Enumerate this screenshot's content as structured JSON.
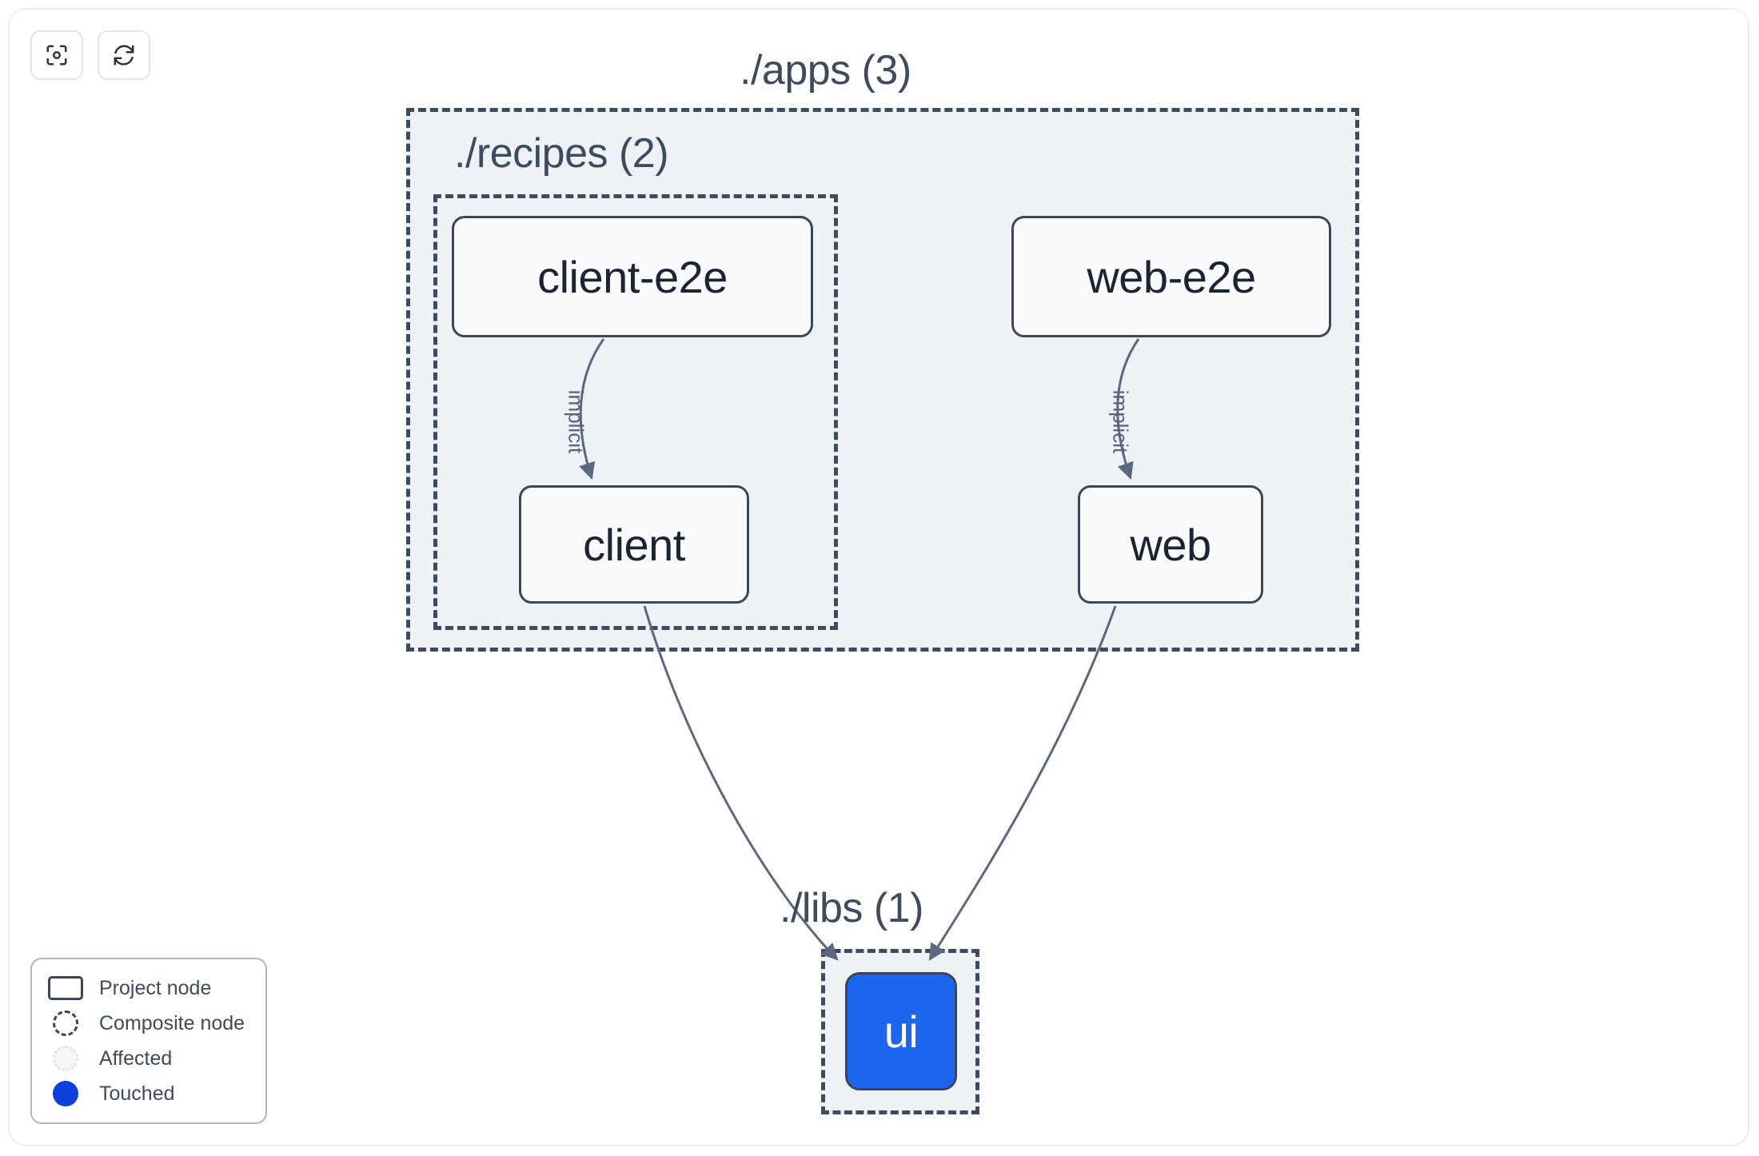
{
  "toolbar": {
    "buttons": [
      {
        "name": "focus-graph-button",
        "icon": "focus-target-icon",
        "title": "Focus graph"
      },
      {
        "name": "refresh-graph-button",
        "icon": "refresh-icon",
        "title": "Refresh graph"
      }
    ]
  },
  "graph": {
    "groups": [
      {
        "id": "apps",
        "label": "./apps (3)",
        "count": 3
      },
      {
        "id": "recipes",
        "label": "./recipes (2)",
        "count": 2
      },
      {
        "id": "libs",
        "label": "./libs (1)",
        "count": 1
      }
    ],
    "nodes": [
      {
        "id": "client-e2e",
        "label": "client-e2e",
        "state": "normal",
        "group": "recipes"
      },
      {
        "id": "web-e2e",
        "label": "web-e2e",
        "state": "normal",
        "group": "apps"
      },
      {
        "id": "client",
        "label": "client",
        "state": "normal",
        "group": "recipes"
      },
      {
        "id": "web",
        "label": "web",
        "state": "normal",
        "group": "apps"
      },
      {
        "id": "ui",
        "label": "ui",
        "state": "touched",
        "group": "libs"
      }
    ],
    "edges": [
      {
        "from": "client-e2e",
        "to": "client",
        "label": "implicit"
      },
      {
        "from": "web-e2e",
        "to": "web",
        "label": "implicit"
      },
      {
        "from": "client",
        "to": "ui",
        "label": ""
      },
      {
        "from": "web",
        "to": "ui",
        "label": ""
      }
    ]
  },
  "legend": {
    "items": [
      {
        "id": "project-node",
        "label": "Project node",
        "swatch": "rounded-rect-outline"
      },
      {
        "id": "composite-node",
        "label": "Composite node",
        "swatch": "dashed-circle"
      },
      {
        "id": "affected",
        "label": "Affected",
        "swatch": "dotted-circle"
      },
      {
        "id": "touched",
        "label": "Touched",
        "swatch": "filled-circle"
      }
    ]
  },
  "colors": {
    "touched": "#0d41dd",
    "node_touched_fill": "#1b66ed",
    "node_border": "#3b465a",
    "node_fill": "#f8fafc",
    "group_fill": "#eef1f6",
    "group_border": "#3f4a5e",
    "edge": "#5b6880",
    "text": "#3e4a5e",
    "canvas": "#ffffff"
  }
}
